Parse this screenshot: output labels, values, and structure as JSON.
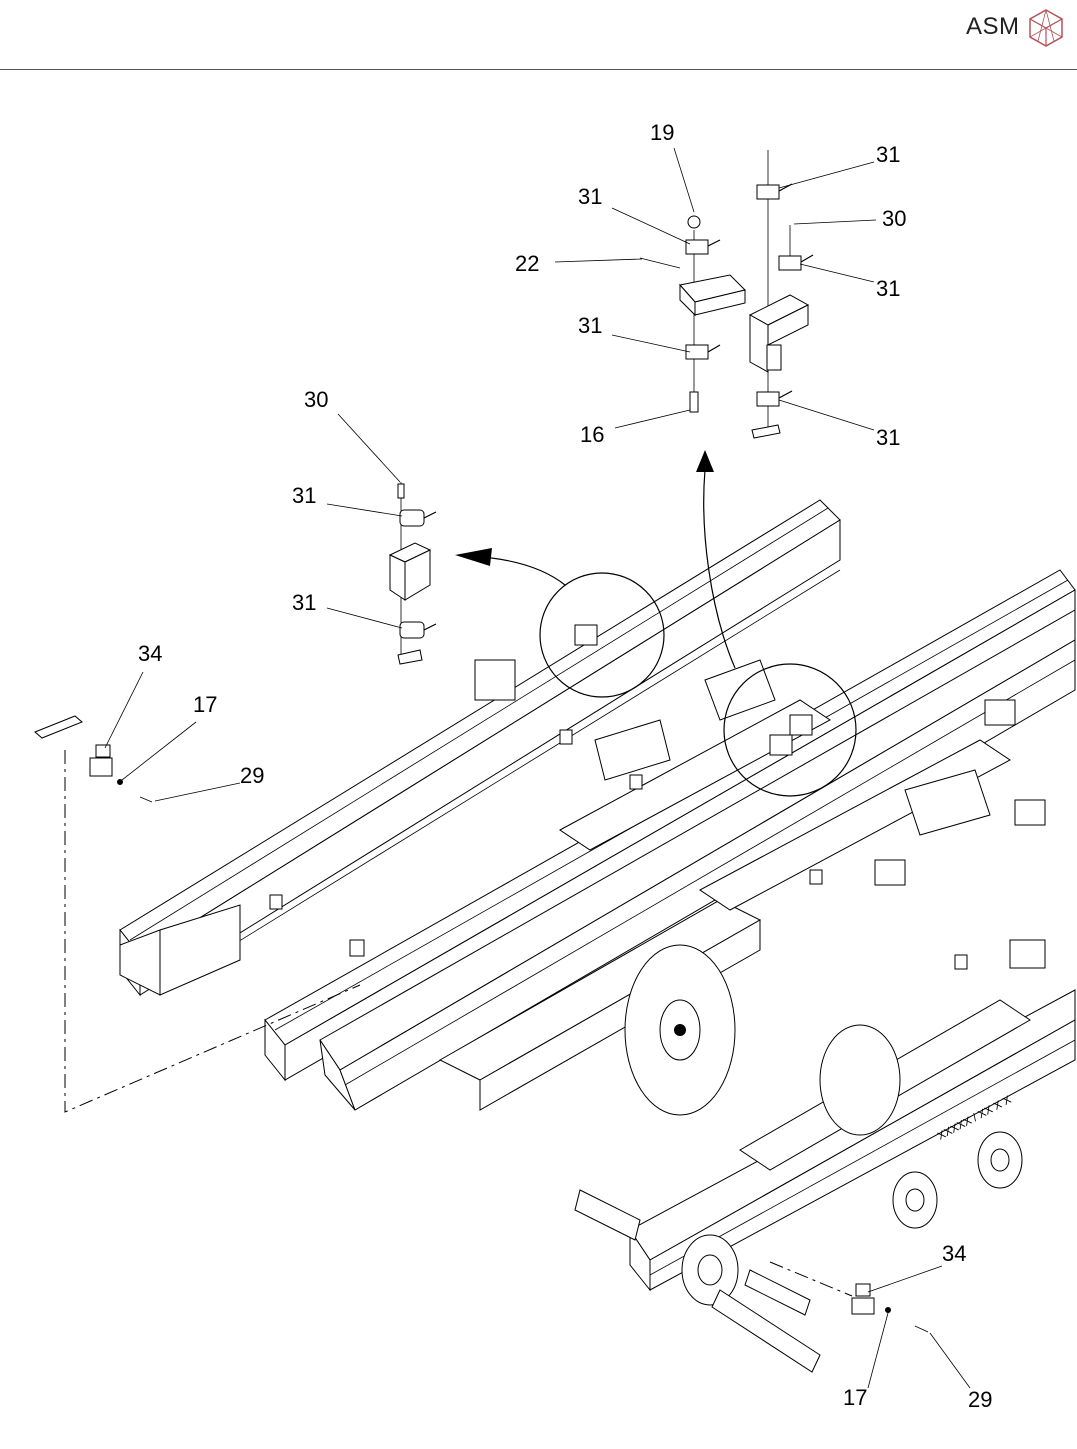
{
  "brand": {
    "name": "ASM",
    "logo_icon": "cube-logo-icon"
  },
  "callouts": [
    {
      "id": "c19",
      "label": "19"
    },
    {
      "id": "c31a",
      "label": "31"
    },
    {
      "id": "c31b",
      "label": "31"
    },
    {
      "id": "c30a",
      "label": "30"
    },
    {
      "id": "c22",
      "label": "22"
    },
    {
      "id": "c31c",
      "label": "31"
    },
    {
      "id": "c31d",
      "label": "31"
    },
    {
      "id": "c16",
      "label": "16"
    },
    {
      "id": "c31e",
      "label": "31"
    },
    {
      "id": "c30b",
      "label": "30"
    },
    {
      "id": "c31f",
      "label": "31"
    },
    {
      "id": "c31g",
      "label": "31"
    },
    {
      "id": "c34a",
      "label": "34"
    },
    {
      "id": "c17a",
      "label": "17"
    },
    {
      "id": "c29a",
      "label": "29"
    },
    {
      "id": "c34b",
      "label": "34"
    },
    {
      "id": "c17b",
      "label": "17"
    },
    {
      "id": "c29b",
      "label": "29"
    }
  ],
  "rail_marking": "XXXXX / XX X X"
}
